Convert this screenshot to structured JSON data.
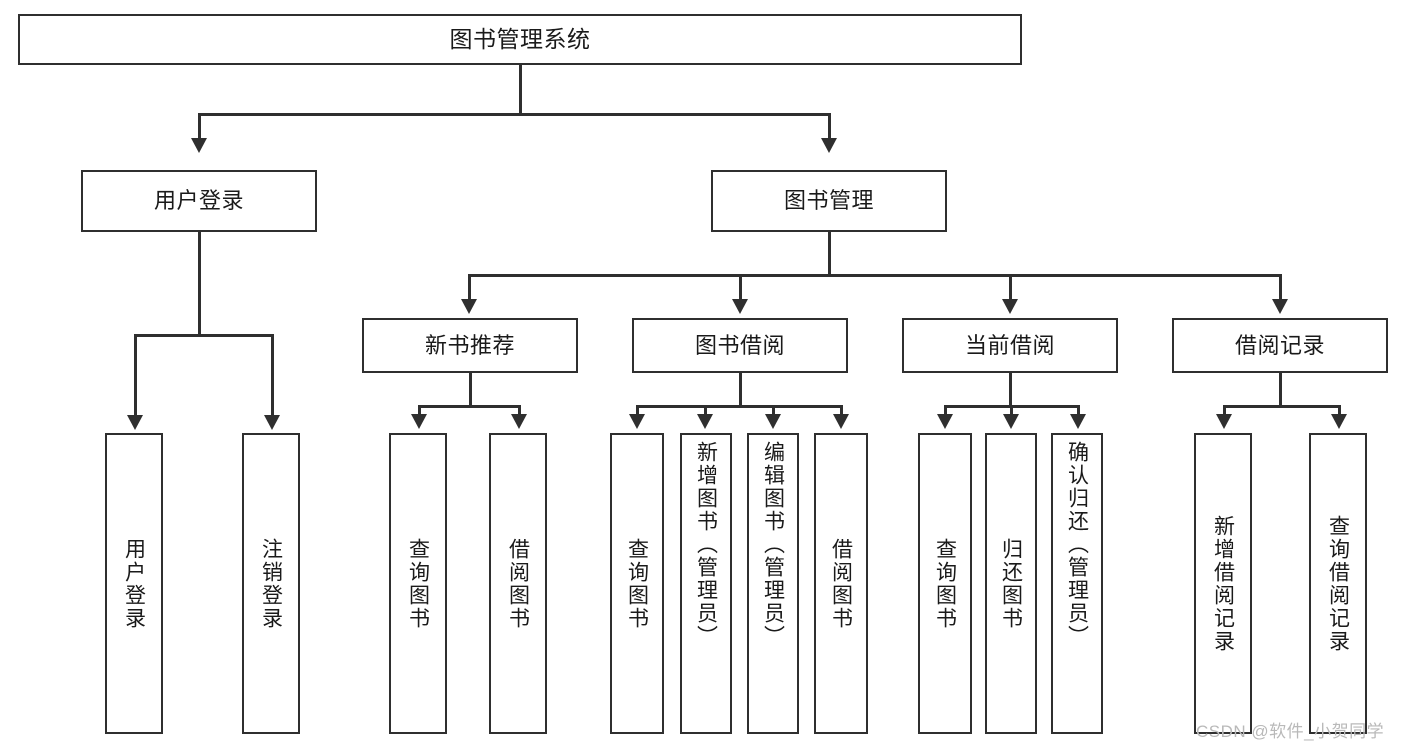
{
  "diagram": {
    "title": "图书管理系统",
    "type": "tree-hierarchy-diagram",
    "watermark": "CSDN @软件_小贺同学",
    "root": {
      "label": "图书管理系统"
    },
    "level2": [
      {
        "label": "用户登录"
      },
      {
        "label": "图书管理"
      }
    ],
    "level3": [
      {
        "label": "新书推荐"
      },
      {
        "label": "图书借阅"
      },
      {
        "label": "当前借阅"
      },
      {
        "label": "借阅记录"
      }
    ],
    "leaves": {
      "user_login": [
        {
          "label": "用户登录"
        },
        {
          "label": "注销登录"
        }
      ],
      "new_book_recommend": [
        {
          "label": "查询图书"
        },
        {
          "label": "借阅图书"
        }
      ],
      "book_borrow": [
        {
          "label": "查询图书"
        },
        {
          "label": "新增图书（管理员）"
        },
        {
          "label": "编辑图书（管理员）"
        },
        {
          "label": "借阅图书"
        }
      ],
      "current_borrow": [
        {
          "label": "查询图书"
        },
        {
          "label": "归还图书"
        },
        {
          "label": "确认归还（管理员）"
        }
      ],
      "borrow_record": [
        {
          "label": "新增借阅记录"
        },
        {
          "label": "查询借阅记录"
        }
      ]
    },
    "colors": {
      "stroke": "#2f2f2f",
      "fill": "#ffffff",
      "text": "#1a1a1a",
      "watermark": "#b9b9b9"
    }
  }
}
